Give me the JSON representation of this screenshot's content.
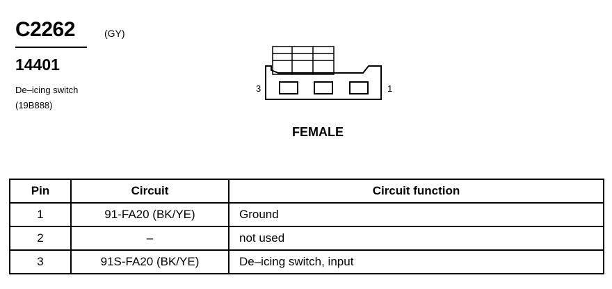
{
  "connector": {
    "id": "C2262",
    "color": "(GY)",
    "part_number": "14401",
    "component_name": "De–icing switch",
    "component_code": "(19B888)",
    "pin_left_label": "3",
    "pin_right_label": "1",
    "gender": "FEMALE"
  },
  "table": {
    "headers": [
      "Pin",
      "Circuit",
      "Circuit function"
    ],
    "rows": [
      {
        "pin": "1",
        "circuit": "91-FA20 (BK/YE)",
        "function": "Ground"
      },
      {
        "pin": "2",
        "circuit": "–",
        "function": "not used"
      },
      {
        "pin": "3",
        "circuit": "91S-FA20 (BK/YE)",
        "function": "De–icing switch, input"
      }
    ]
  }
}
